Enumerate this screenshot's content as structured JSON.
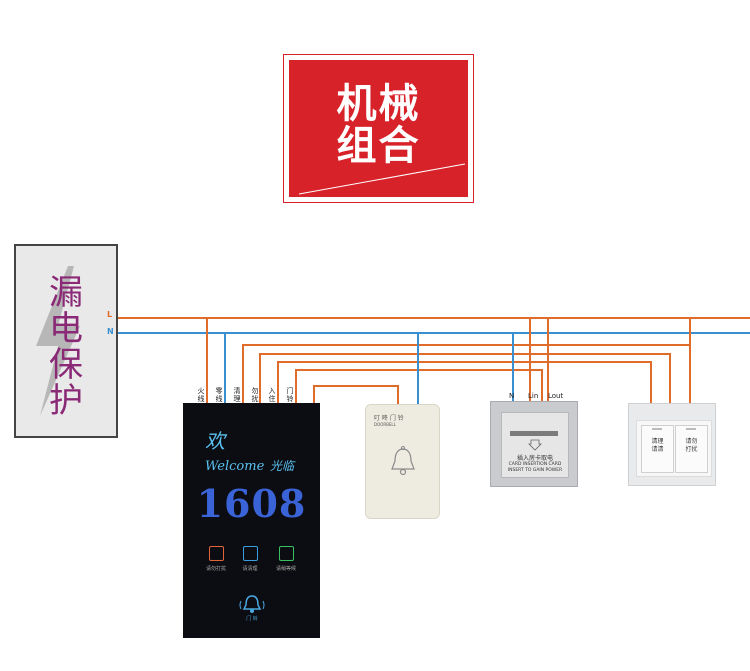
{
  "title_badge": {
    "line1": "机械",
    "line2": "组合",
    "color": "#d7222a"
  },
  "breaker": {
    "line1": "漏",
    "line2": "电",
    "line3": "保",
    "line4": "护",
    "label_L": "L",
    "label_N": "N",
    "text_color": "#8a2a76"
  },
  "wires": {
    "live_color": "#e06c2c",
    "neutral_color": "#3a8fd0"
  },
  "panel_terminals": [
    {
      "top": "火",
      "bottom": "线"
    },
    {
      "top": "零",
      "bottom": "线"
    },
    {
      "top": "清",
      "bottom": "理"
    },
    {
      "top": "勿",
      "bottom": "扰"
    },
    {
      "top": "入",
      "bottom": "住"
    },
    {
      "top": "门",
      "bottom": "铃"
    }
  ],
  "panel": {
    "welcome_cn": "欢",
    "welcome_en": "Welcome",
    "welcome_cn2": "光临",
    "room_number": "1608",
    "btn1_caption": "请勿打扰",
    "btn2_caption": "请清理",
    "btn3_caption": "请稍等候",
    "bell_caption": "门 铃",
    "bell_icon": "bell-icon"
  },
  "doorbell": {
    "label": "叮 咚 门 铃",
    "sublabel": "DOORBELL",
    "icon": "bell-icon"
  },
  "card_switch": {
    "terminals": [
      "N",
      "Lin",
      "Lout"
    ],
    "line1": "插入房卡取电",
    "line2": "CARD INSERTION CARD",
    "line3": "INSERT TO GAIN POWER"
  },
  "switch": {
    "left_line1": "清理",
    "left_line2": "请清",
    "right_line1": "请勿",
    "right_line2": "打扰"
  }
}
